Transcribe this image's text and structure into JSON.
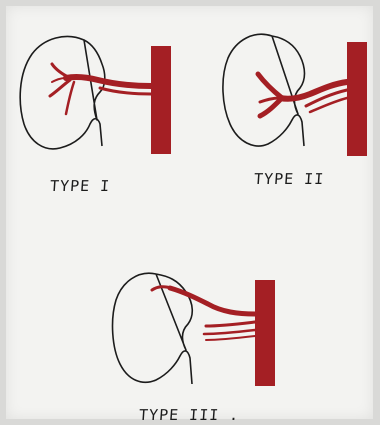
{
  "captions": {
    "type1": "TYPE I",
    "type2": "TYPE II",
    "type3": "TYPE III ."
  },
  "colors": {
    "ink": "#1c1c1c",
    "vessel": "#a41f24",
    "vessel_dark": "#7d1519",
    "paper": "#f3f3f1"
  }
}
